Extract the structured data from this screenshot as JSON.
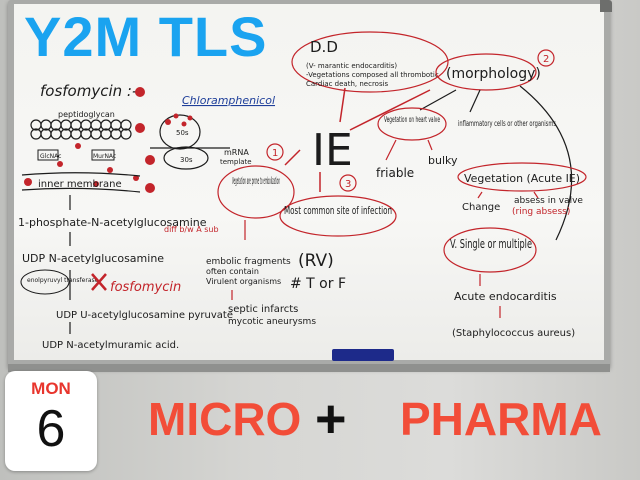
{
  "overlay": {
    "title": "Y2M TLS",
    "calendar_day": "MON",
    "calendar_date": "6",
    "subject_left": "MICRO",
    "subject_plus": "+",
    "subject_right": "PHARMA"
  },
  "colors": {
    "title": "#1aa3f0",
    "subject": "#f24d38",
    "calendar_day": "#e8352d",
    "red_ink": "#c3252b",
    "black_ink": "#1c1c1c",
    "blue_ink": "#1f3f9a"
  },
  "board": {
    "left": {
      "fosfomycin_heading": "fosfomycin :-",
      "peptidoglycan": "peptidoglycan",
      "glcnac": "GlcNAc",
      "murnac": "MurNAc",
      "inner_membrane": "inner membrane",
      "step1": "1-phosphate-N-acetylglucosamine",
      "step2": "UDP N-acetylglucosamine",
      "enolpyruvyl": "enolpyruvyl transferase",
      "blocked_by": "fosfomycin",
      "step3": "UDP U-acetylglucosamine pyruvate",
      "step4": "UDP N-acetylmuramic acid."
    },
    "middle": {
      "chloramphenicol": "Chloramphenicol",
      "mrna": "mRNA",
      "template": "template",
      "subunit_50s": "50s",
      "subunit_30s": "30s",
      "ie": "IE",
      "num1": "1",
      "num2": "2",
      "num3": "3",
      "vegetation_embol": "Vegetation are prone to embolization",
      "diff_note": "diff b/w A sub",
      "embolic": "embolic fragments",
      "often": "often contain",
      "virulent": "Virulent organisms",
      "septic": "septic infarcts",
      "mycotic": "mycotic aneurysms",
      "common_site": "Most common site of infection",
      "rv": "(RV)",
      "tf": "# T or F"
    },
    "top": {
      "dd": "D.D",
      "dd_note1": "(V- marantic endocarditis)",
      "dd_note2": "-Vegetations composed all thrombotic",
      "dd_note3": "Cardiac death, necrosis"
    },
    "right": {
      "morphology": "(morphology)",
      "veg_valve": "Vegetation on heart valve",
      "inflam": "inflammatory cells or other organisms",
      "friable": "friable",
      "bulky": "bulky",
      "veg_acute": "Vegetation (Acute IE)",
      "change": "Change",
      "abscess": "absess in valve",
      "ring": "(ring absess)",
      "single": "V. Single or multiple",
      "acute_endo": "Acute endocarditis",
      "staph": "(Staphylococcus aureus)"
    }
  }
}
